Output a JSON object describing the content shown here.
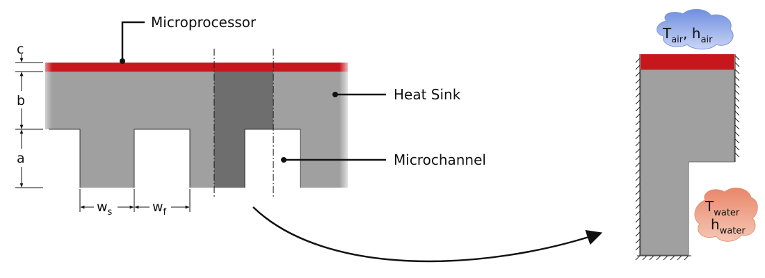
{
  "labels": {
    "microprocessor": "Microprocessor",
    "heat_sink": "Heat Sink",
    "microchannel": "Microchannel"
  },
  "dimensions": {
    "a": "a",
    "b": "b",
    "c": "c",
    "ws_main": "w",
    "ws_sub": "s",
    "wf_main": "w",
    "wf_sub": "f"
  },
  "boundary": {
    "air_T": "T",
    "air_T_sub": "air",
    "air_sep": ", ",
    "air_h": "h",
    "air_h_sub": "air",
    "water_T": "T",
    "water_T_sub": "water",
    "water_h": "h",
    "water_h_sub": "water"
  },
  "colors": {
    "microprocessor": "#c8161d",
    "heat_sink": "#a0a0a0",
    "unit_cell": "#6e6e6e",
    "air_cloud": "#8fa7e6",
    "water_cloud": "#eba48a"
  }
}
